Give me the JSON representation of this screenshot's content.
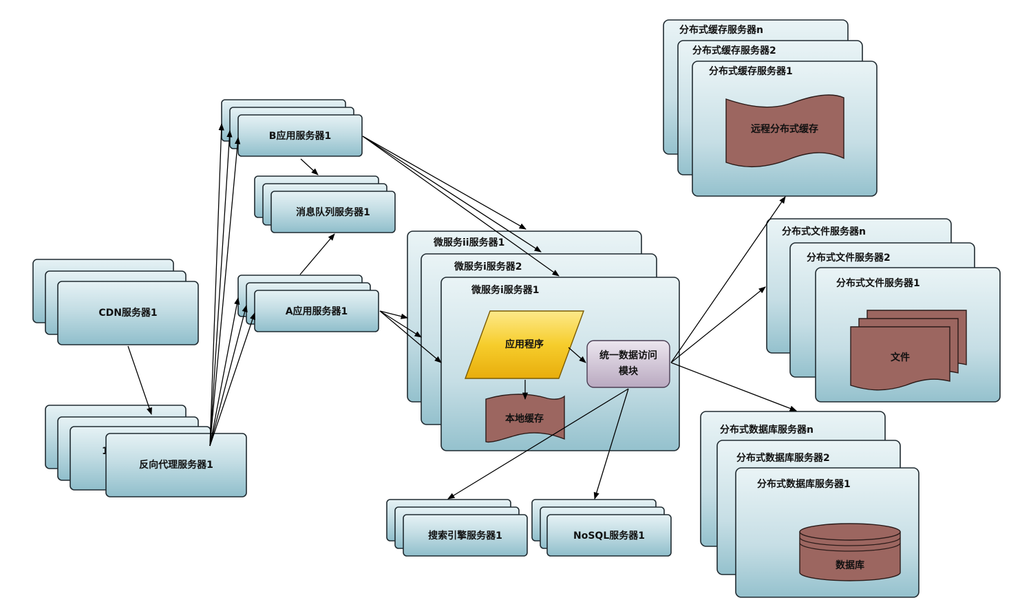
{
  "labels": {
    "cdn": "CDN服务器1",
    "reverse_proxy": "反向代理服务器1",
    "reverse_proxy_hidden": "1",
    "b_app": "B应用服务器1",
    "mq": "消息队列服务器1",
    "a_app": "A应用服务器1",
    "micro_ii": "微服务ii服务器1",
    "micro_i2": "微服务i服务器2",
    "micro_i1": "微服务i服务器1",
    "app_program": "应用程序",
    "local_cache": "本地缓存",
    "uda_line1": "统一数据访问",
    "uda_line2": "模块",
    "search": "搜索引擎服务器1",
    "nosql": "NoSQL服务器1",
    "cache_n": "分布式缓存服务器n",
    "cache_2": "分布式缓存服务器2",
    "cache_1": "分布式缓存服务器1",
    "remote_cache": "远程分布式缓存",
    "file_n": "分布式文件服务器n",
    "file_2": "分布式文件服务器2",
    "file_1": "分布式文件服务器1",
    "file": "文件",
    "db_n": "分布式数据库服务器n",
    "db_2": "分布式数据库服务器2",
    "db_1": "分布式数据库服务器1",
    "database": "数据库"
  },
  "colors": {
    "box_light": "#e4f1f4",
    "box_dark": "#93c1cc",
    "app_program": "#f2c21a",
    "module": "#c9bccf",
    "storage": "#9c6660"
  }
}
